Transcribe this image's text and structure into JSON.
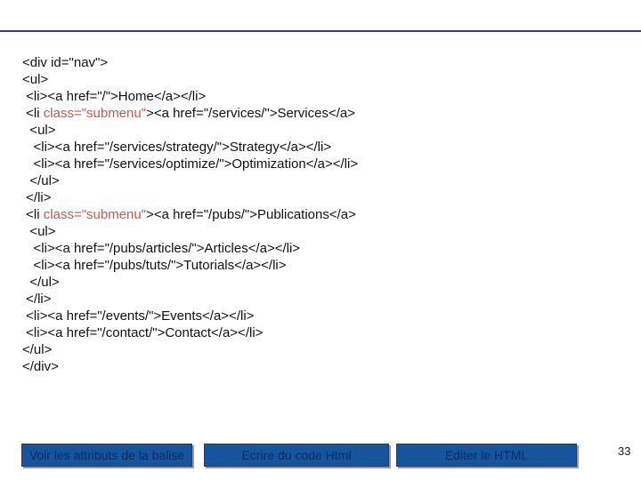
{
  "colors": {
    "accent-line": "#3E3A63",
    "code-text": "#111111",
    "code-highlight": "#C05C49",
    "button-fill": "#17549E",
    "button-border": "#2E3B52",
    "button-shadow": "#97999C",
    "button-text": "#0B2B5C",
    "page-number-color": "#1A1A1A"
  },
  "slide": {
    "page_number": "33"
  },
  "code": {
    "lines": [
      {
        "segments": [
          {
            "t": "<div id=\"nav\">"
          }
        ]
      },
      {
        "segments": [
          {
            "t": "<ul>"
          }
        ]
      },
      {
        "segments": [
          {
            "t": " <li><a href=\"/\">Home</a></li>"
          }
        ]
      },
      {
        "segments": [
          {
            "t": " <li "
          },
          {
            "t": "class=\"submenu\"",
            "hl": true
          },
          {
            "t": "><a href=\"/services/\">Services</a>"
          }
        ]
      },
      {
        "segments": [
          {
            "t": "  <ul>"
          }
        ]
      },
      {
        "segments": [
          {
            "t": "   <li><a href=\"/services/strategy/\">Strategy</a></li>"
          }
        ]
      },
      {
        "segments": [
          {
            "t": "   <li><a href=\"/services/optimize/\">Optimization</a></li>"
          }
        ]
      },
      {
        "segments": [
          {
            "t": "  </ul>"
          }
        ]
      },
      {
        "segments": [
          {
            "t": " </li>"
          }
        ]
      },
      {
        "segments": [
          {
            "t": " <li "
          },
          {
            "t": "class=\"submenu\"",
            "hl": true
          },
          {
            "t": "><a href=\"/pubs/\">Publications</a>"
          }
        ]
      },
      {
        "segments": [
          {
            "t": "  <ul>"
          }
        ]
      },
      {
        "segments": [
          {
            "t": "   <li><a href=\"/pubs/articles/\">Articles</a></li>"
          }
        ]
      },
      {
        "segments": [
          {
            "t": "   <li><a href=\"/pubs/tuts/\">Tutorials</a></li>"
          }
        ]
      },
      {
        "segments": [
          {
            "t": "  </ul>"
          }
        ]
      },
      {
        "segments": [
          {
            "t": " </li>"
          }
        ]
      },
      {
        "segments": [
          {
            "t": " <li><a href=\"/events/\">Events</a></li>"
          }
        ]
      },
      {
        "segments": [
          {
            "t": " <li><a href=\"/contact/\">Contact</a></li>"
          }
        ]
      },
      {
        "segments": [
          {
            "t": "</ul>"
          }
        ]
      },
      {
        "segments": [
          {
            "t": "</div>"
          }
        ]
      }
    ]
  },
  "buttons": [
    {
      "label": "Voir les attributs de la balise"
    },
    {
      "label": "Ecrire du code Html"
    },
    {
      "label": "Editer le HTML"
    }
  ]
}
